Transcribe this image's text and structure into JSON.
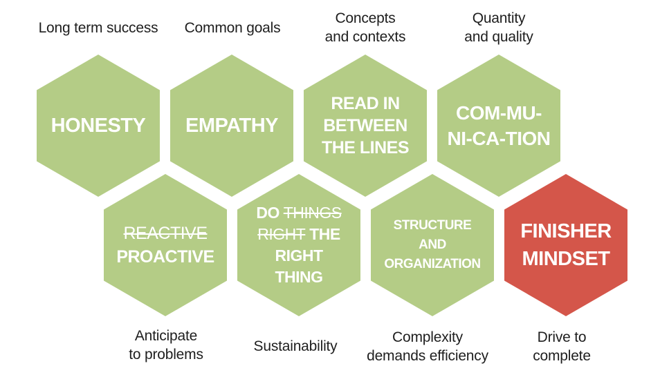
{
  "colors": {
    "hex_green": "#b4cc86",
    "hex_red": "#d4564a",
    "hex_text": "#ffffff",
    "caption_text": "#1e1e1e",
    "background": "#ffffff"
  },
  "hexagons": [
    {
      "id": "honesty",
      "color": "green",
      "caption": "Long term success",
      "caption_position": "top",
      "lines": [
        {
          "segments": [
            {
              "text": "HONESTY",
              "bold": true,
              "strike": false
            }
          ]
        }
      ]
    },
    {
      "id": "empathy",
      "color": "green",
      "caption": "Common goals",
      "caption_position": "top",
      "lines": [
        {
          "segments": [
            {
              "text": "EMPATHY",
              "bold": true,
              "strike": false
            }
          ]
        }
      ]
    },
    {
      "id": "read-in-between-the-lines",
      "color": "green",
      "caption": "Concepts\nand contexts",
      "caption_position": "top",
      "lines": [
        {
          "segments": [
            {
              "text": "READ IN",
              "bold": true,
              "strike": false
            }
          ]
        },
        {
          "segments": [
            {
              "text": "BETWEEN",
              "bold": true,
              "strike": false
            }
          ]
        },
        {
          "segments": [
            {
              "text": "THE LINES",
              "bold": true,
              "strike": false
            }
          ]
        }
      ]
    },
    {
      "id": "communication",
      "color": "green",
      "caption": "Quantity\nand quality",
      "caption_position": "top",
      "lines": [
        {
          "segments": [
            {
              "text": "COM-MU-",
              "bold": true,
              "strike": false
            }
          ]
        },
        {
          "segments": [
            {
              "text": "NI-CA-TION",
              "bold": true,
              "strike": false
            }
          ]
        }
      ]
    },
    {
      "id": "proactive",
      "color": "green",
      "caption": "Anticipate\nto problems",
      "caption_position": "bottom",
      "lines": [
        {
          "segments": [
            {
              "text": "REACTIVE",
              "bold": false,
              "strike": true
            }
          ]
        },
        {
          "segments": [
            {
              "text": "PROACTIVE",
              "bold": true,
              "strike": false
            }
          ]
        }
      ]
    },
    {
      "id": "do-the-right-thing",
      "color": "green",
      "caption": "Sustainability",
      "caption_position": "bottom",
      "lines": [
        {
          "segments": [
            {
              "text": "DO ",
              "bold": true,
              "strike": false
            },
            {
              "text": "THINGS",
              "bold": false,
              "strike": true
            }
          ]
        },
        {
          "segments": [
            {
              "text": "RIGHT",
              "bold": false,
              "strike": true
            },
            {
              "text": " THE",
              "bold": true,
              "strike": false
            }
          ]
        },
        {
          "segments": [
            {
              "text": "RIGHT",
              "bold": true,
              "strike": false
            }
          ]
        },
        {
          "segments": [
            {
              "text": "THING",
              "bold": true,
              "strike": false
            }
          ]
        }
      ]
    },
    {
      "id": "structure-and-organization",
      "color": "green",
      "caption": "Complexity\ndemands efficiency",
      "caption_position": "bottom",
      "lines": [
        {
          "segments": [
            {
              "text": "STRUCTURE",
              "bold": true,
              "strike": false
            }
          ]
        },
        {
          "segments": [
            {
              "text": "AND",
              "bold": true,
              "strike": false
            }
          ]
        },
        {
          "segments": [
            {
              "text": "ORGANIZATION",
              "bold": true,
              "strike": false
            }
          ]
        }
      ]
    },
    {
      "id": "finisher-mindset",
      "color": "red",
      "caption": "Drive to\ncomplete",
      "caption_position": "bottom",
      "lines": [
        {
          "segments": [
            {
              "text": "FINISHER",
              "bold": true,
              "strike": false
            }
          ]
        },
        {
          "segments": [
            {
              "text": "MINDSET",
              "bold": true,
              "strike": false
            }
          ]
        }
      ]
    }
  ]
}
